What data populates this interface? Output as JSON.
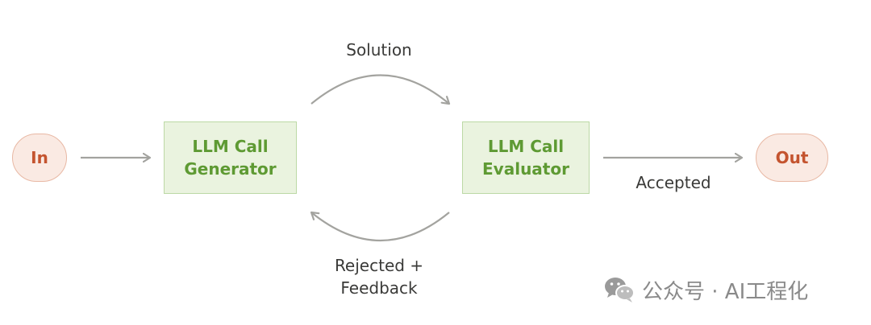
{
  "nodes": {
    "input": {
      "label": "In"
    },
    "generator": {
      "line1": "LLM Call",
      "line2": "Generator"
    },
    "evaluator": {
      "line1": "LLM Call",
      "line2": "Evaluator"
    },
    "output": {
      "label": "Out"
    }
  },
  "edges": {
    "solution": {
      "label": "Solution"
    },
    "feedback": {
      "line1": "Rejected +",
      "line2": "Feedback"
    },
    "accepted": {
      "label": "Accepted"
    }
  },
  "watermark": {
    "text": "公众号 · AI工程化",
    "icon": "wechat-icon"
  },
  "colors": {
    "terminal_fill": "#faeae3",
    "terminal_border": "#e8b8a4",
    "terminal_text": "#c4542f",
    "node_fill": "#eaf3df",
    "node_border": "#bcd9a5",
    "node_text": "#5e9a33",
    "arrow": "#a3a39f",
    "label_text": "#3a3a38",
    "watermark": "#8a8a8a"
  }
}
